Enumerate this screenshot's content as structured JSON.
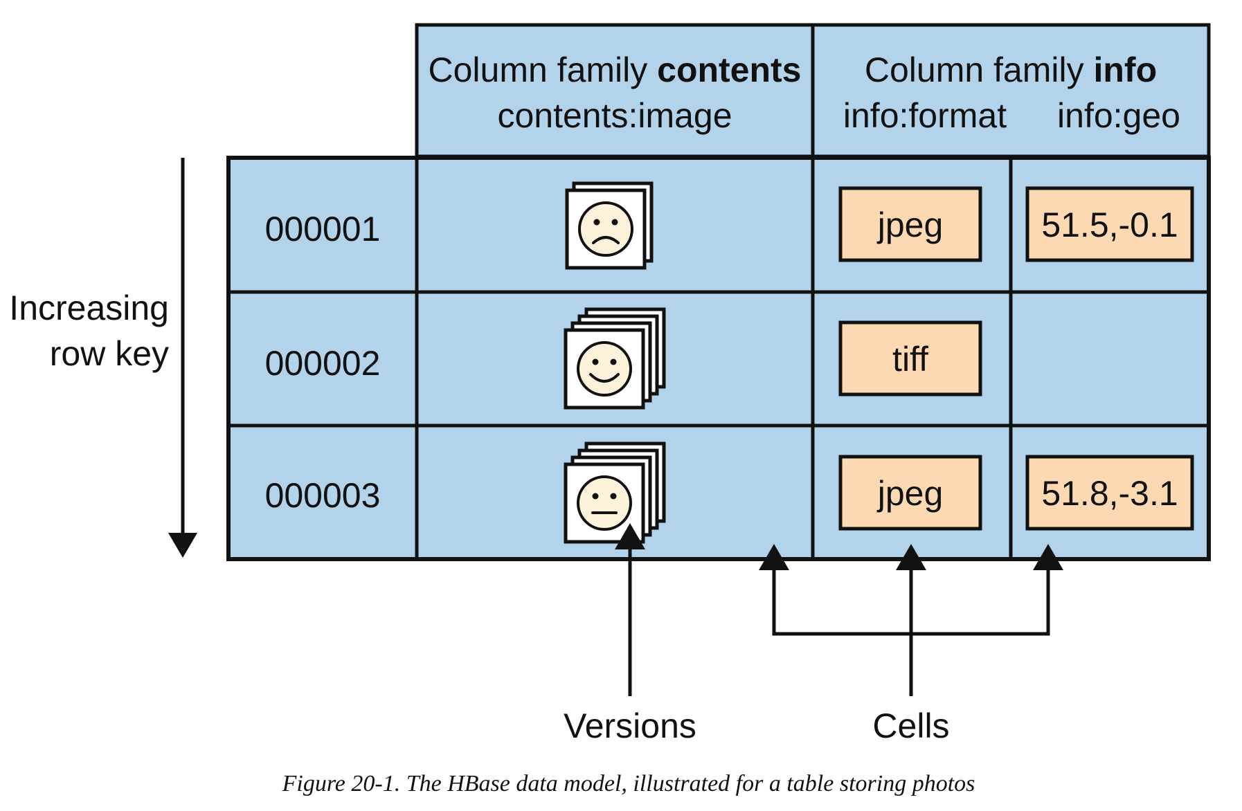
{
  "column_families": {
    "contents": {
      "prefix": "Column family ",
      "name": "contents",
      "qualifiers": [
        "contents:image"
      ]
    },
    "info": {
      "prefix": "Column family ",
      "name": "info",
      "qualifiers": [
        "info:format",
        "info:geo"
      ]
    }
  },
  "rows": [
    {
      "key": "000001",
      "image_versions": 2,
      "image_face": "sad",
      "format": "jpeg",
      "geo": "51.5,-0.1"
    },
    {
      "key": "000002",
      "image_versions": 4,
      "image_face": "happy",
      "format": "tiff",
      "geo": ""
    },
    {
      "key": "000003",
      "image_versions": 4,
      "image_face": "neutral",
      "format": "jpeg",
      "geo": "51.8,-3.1"
    }
  ],
  "side_label": [
    "Increasing",
    "row key"
  ],
  "annotations": {
    "versions": "Versions",
    "cells": "Cells"
  },
  "caption": "Figure 20-1. The HBase data model, illustrated for a table storing photos",
  "colors": {
    "table_fill": "#b2d3ea",
    "cell_fill": "#fcd9b2",
    "stroke": "#111111",
    "face_fill": "#fbf2d9"
  }
}
